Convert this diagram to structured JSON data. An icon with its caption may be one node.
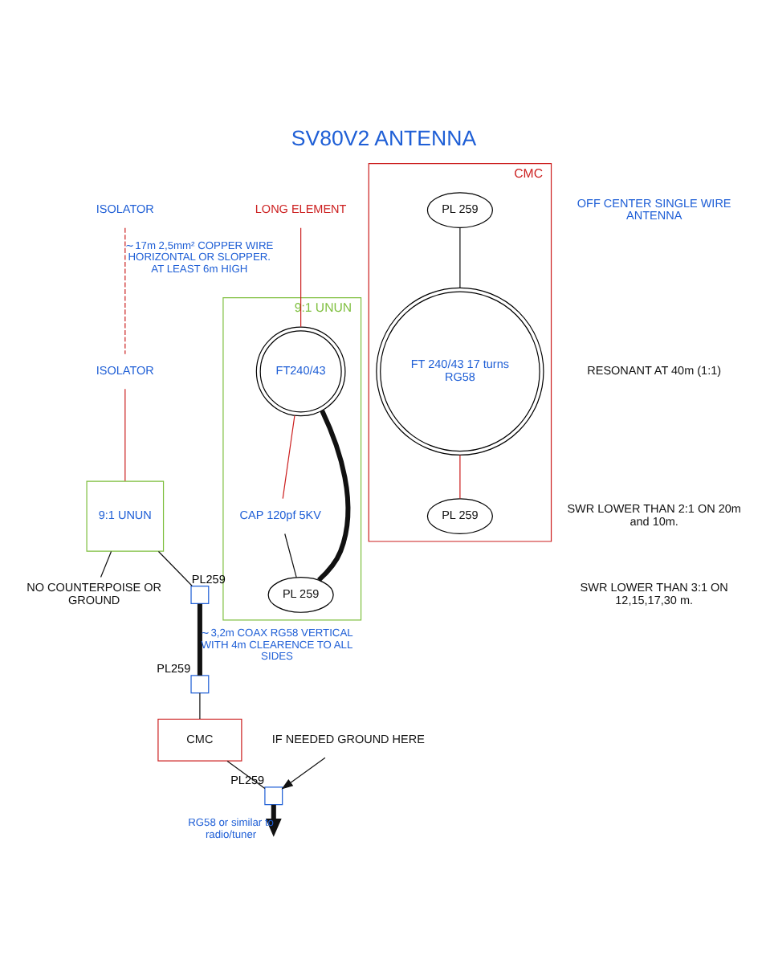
{
  "diagram": {
    "title": "SV80V2 ANTENNA",
    "nodes": [
      {
        "text": [
          "ISOLATOR"
        ]
      },
      {
        "text": [
          "ISOLATOR"
        ]
      },
      {
        "text": [
          "9:1 UNUN"
        ]
      },
      {
        "text": [
          "NO COUNTERPOISE OR GROUND"
        ]
      },
      {
        "text": [],
        "shape": "box",
        "beside": [
          "PL259"
        ]
      },
      {
        "text": [],
        "shape": "box",
        "beside": [
          "PL259"
        ]
      },
      {
        "text": [
          "CMC"
        ]
      },
      {
        "text": [],
        "shape": "box",
        "beside": [
          "PL259"
        ]
      },
      {
        "text": [
          "IF NEEDED GROUND HERE"
        ]
      },
      {
        "text": [
          "9:1 UNUN"
        ]
      },
      {
        "text": [
          "FT240/43"
        ],
        "in": 9
      },
      {
        "text": [
          "CAP 120pf 5KV"
        ],
        "in": 9
      },
      {
        "text": [
          "PL 259"
        ],
        "in": 9
      },
      {
        "text": [
          "LONG ELEMENT"
        ]
      },
      {
        "text": [
          "CMC"
        ]
      },
      {
        "text": [
          "PL 259"
        ],
        "in": 14
      },
      {
        "text": [
          "FT 240/43 17 turns RG58"
        ],
        "in": 14
      },
      {
        "text": [
          "PL 259"
        ],
        "in": 14
      }
    ],
    "edges": [
      {
        "from": 0,
        "to": 1,
        "arrow": "none",
        "label": "∼17m 2,5mm² COPPER WIRE HORIZONTAL OR SLOPPER. AT LEAST 6m HIGH",
        "style": "dashed",
        "color": "#cc1f1f"
      },
      {
        "from": 1,
        "to": 2,
        "arrow": "none",
        "color": "#cc1f1f"
      },
      {
        "from": 2,
        "to": 3,
        "arrow": "none"
      },
      {
        "from": 2,
        "to": 4,
        "arrow": "none"
      },
      {
        "from": 4,
        "to": 5,
        "arrow": "none",
        "label": "∼3,2m COAX RG58 VERTICAL WITH 4m CLEARENCE TO ALL SIDES",
        "style": "thick"
      },
      {
        "from": 5,
        "to": 6,
        "arrow": "none"
      },
      {
        "from": 6,
        "to": 7,
        "arrow": "none"
      },
      {
        "from": 8,
        "to": 7,
        "arrow": "to"
      },
      {
        "from": 7,
        "to": null,
        "arrow": "to",
        "label": "RG58 or similar to radio/tuner",
        "style": "thick"
      },
      {
        "from": 13,
        "to": 10,
        "arrow": "none",
        "color": "#cc1f1f"
      },
      {
        "from": 10,
        "to": 11,
        "arrow": "none",
        "color": "#cc1f1f"
      },
      {
        "from": 10,
        "to": 12,
        "arrow": "none",
        "style": "thick"
      },
      {
        "from": 11,
        "to": 12,
        "arrow": "none"
      },
      {
        "from": 15,
        "to": 16,
        "arrow": "none"
      },
      {
        "from": 16,
        "to": 17,
        "arrow": "none",
        "color": "#cc1f1f"
      }
    ],
    "labels": [
      "OFF CENTER SINGLE WIRE ANTENNA",
      "RESONANT AT 40m (1:1)",
      "SWR LOWER THAN 2:1 ON 20m and 10m.",
      "SWR LOWER THAN 3:1 ON 12,15,17,30 m."
    ]
  }
}
